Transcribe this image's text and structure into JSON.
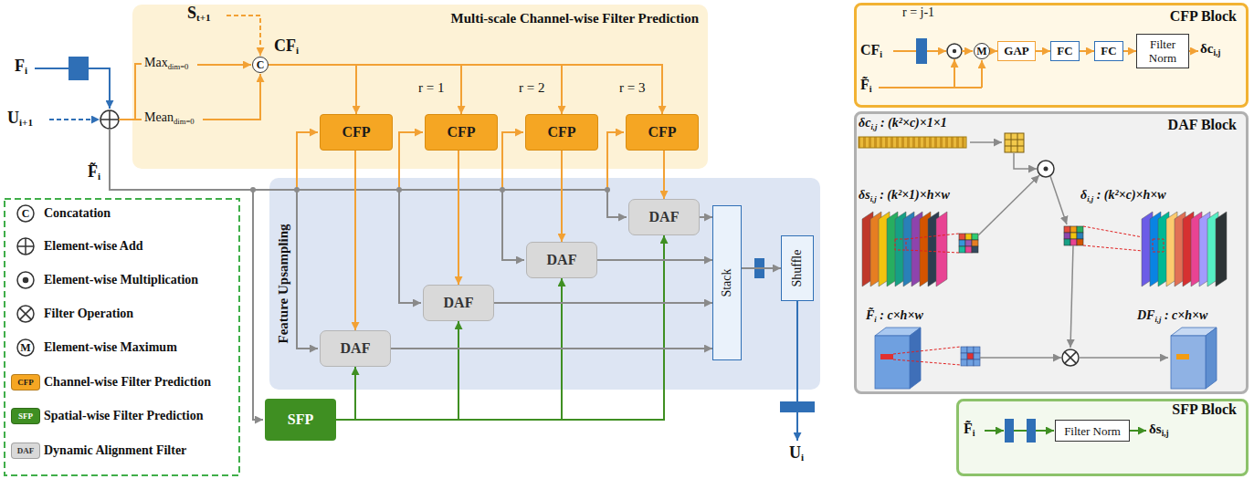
{
  "diagram": {
    "nodes": [
      {
        "text": [
          "Multi-scale Channel-wise Filter Prediction"
        ]
      },
      {
        "text": [
          "C"
        ],
        "in": 0
      },
      {
        "text": [
          "CFP"
        ],
        "in": 0
      },
      {
        "text": [
          "CFP"
        ],
        "in": 0
      },
      {
        "text": [
          "CFP"
        ],
        "in": 0
      },
      {
        "text": [
          "CFP"
        ],
        "in": 0
      },
      {
        "text": [
          "Feature Upsampling"
        ]
      },
      {
        "text": [
          "DAF"
        ],
        "in": 6
      },
      {
        "text": [
          "DAF"
        ],
        "in": 6
      },
      {
        "text": [
          "DAF"
        ],
        "in": 6
      },
      {
        "text": [
          "DAF"
        ],
        "in": 6
      },
      {
        "text": [
          "Stack"
        ],
        "in": 6
      },
      {
        "text": [
          "Shuffle"
        ],
        "in": 6
      },
      {
        "text": [
          "SFP"
        ]
      },
      {
        "text": [
          "CFP Block"
        ]
      },
      {
        "text": [
          "M"
        ],
        "in": 14
      },
      {
        "text": [
          "GAP"
        ],
        "in": 14
      },
      {
        "text": [
          "FC"
        ],
        "in": 14
      },
      {
        "text": [
          "FC"
        ],
        "in": 14
      },
      {
        "text": [
          "Filter Norm"
        ],
        "in": 14
      },
      {
        "text": [
          "DAF Block"
        ]
      },
      {
        "text": [
          "SFP Block"
        ]
      },
      {
        "text": [
          "Filter Norm"
        ],
        "in": 21
      }
    ],
    "edges": [
      {
        "from": 1,
        "to": 2,
        "arrow": "to"
      },
      {
        "from": 1,
        "to": 3,
        "arrow": "to"
      },
      {
        "from": 1,
        "to": 4,
        "arrow": "to"
      },
      {
        "from": 1,
        "to": 5,
        "arrow": "to"
      },
      {
        "from": 2,
        "to": 7,
        "arrow": "to"
      },
      {
        "from": 3,
        "to": 8,
        "arrow": "to"
      },
      {
        "from": 4,
        "to": 9,
        "arrow": "to"
      },
      {
        "from": 5,
        "to": 10,
        "arrow": "to"
      },
      {
        "from": 13,
        "to": 7,
        "arrow": "to"
      },
      {
        "from": 13,
        "to": 8,
        "arrow": "to"
      },
      {
        "from": 13,
        "to": 9,
        "arrow": "to"
      },
      {
        "from": 13,
        "to": 10,
        "arrow": "to"
      },
      {
        "from": 7,
        "to": 11,
        "arrow": "to"
      },
      {
        "from": 8,
        "to": 11,
        "arrow": "to"
      },
      {
        "from": 9,
        "to": 11,
        "arrow": "to"
      },
      {
        "from": 10,
        "to": 11,
        "arrow": "to"
      },
      {
        "from": 11,
        "to": 12,
        "arrow": "to"
      },
      {
        "from": 15,
        "to": 16,
        "arrow": "to"
      },
      {
        "from": 16,
        "to": 17,
        "arrow": "to"
      },
      {
        "from": 17,
        "to": 18,
        "arrow": "to"
      },
      {
        "from": 18,
        "to": 19,
        "arrow": "to"
      }
    ],
    "labels": [
      "St+1",
      "Fi",
      "Ui+1",
      "Maxdim=0",
      "Meandim=0",
      "CFi",
      "F̃i",
      "r = 1",
      "r = 2",
      "r = 3",
      "Ui",
      "C",
      "M",
      "CFP",
      "SFP",
      "DAF",
      "r = j-1",
      "CFi",
      "F̃i",
      "δci,j",
      "δci,j : (k²×c)×1×1",
      "δsi,j : (k²×1)×h×w",
      "δi,j : (k²×c)×h×w",
      "F̃i : c×h×w",
      "DFi,j : c×h×w",
      "F̃i",
      "δsi,j"
    ],
    "legend": [
      {
        "text": "Concatation"
      },
      {
        "text": "Element-wise Add"
      },
      {
        "text": "Element-wise Multiplication"
      },
      {
        "text": "Filter Operation"
      },
      {
        "text": "Element-wise Maximum"
      },
      {
        "text": "Channel-wise Filter Prediction",
        "color": "#f5a623"
      },
      {
        "text": "Spatial-wise Filter Prediction",
        "color": "#3f8f22"
      },
      {
        "text": "Dynamic Alignment Filter",
        "color": "#d9d9d9"
      }
    ]
  }
}
